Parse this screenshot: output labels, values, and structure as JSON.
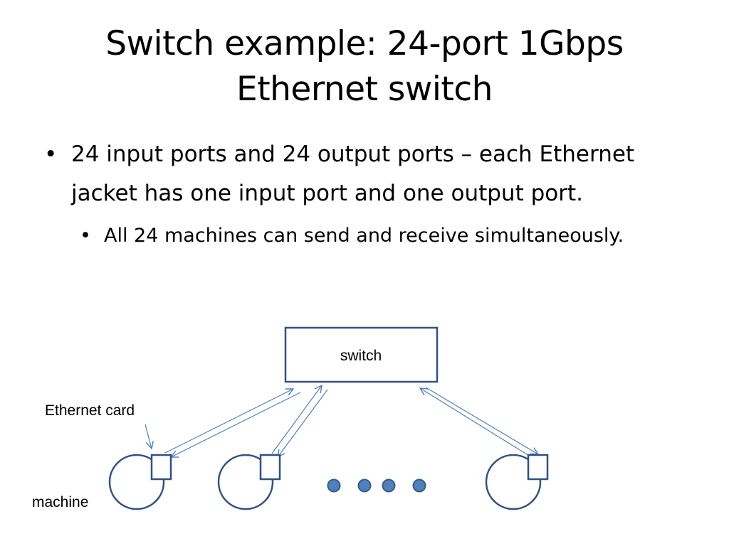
{
  "slide": {
    "title_line1": "Switch example: 24-port 1Gbps",
    "title_line2": "Ethernet switch",
    "bullet_char": "•",
    "bullets": [
      {
        "text": "24 input ports and 24 output ports – each Ethernet jacket has one input port and one output port.",
        "sub_bullets": [
          {
            "text": "All 24 machines can send and receive simultaneously."
          }
        ]
      }
    ]
  },
  "diagram": {
    "switch_label": "switch",
    "ethernet_card_label": "Ethernet card",
    "machine_label": "machine",
    "colors": {
      "stroke": "#2e5287",
      "ellipsis_fill": "#4f81bd",
      "ellipsis_stroke": "#385d8a",
      "connector": "#4f81bd"
    }
  }
}
